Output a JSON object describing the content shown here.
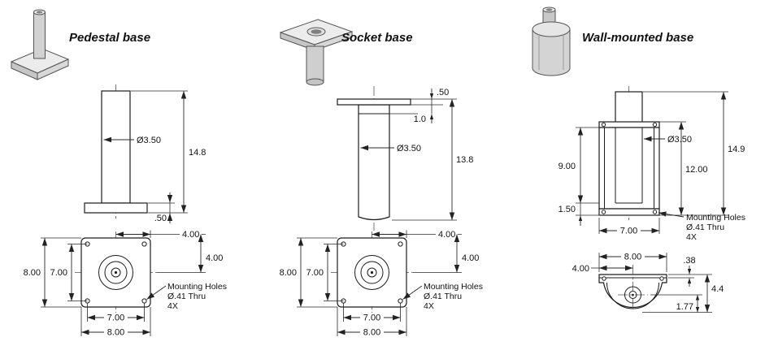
{
  "pedestal": {
    "title": "Pedestal base",
    "front": {
      "diameter": "Ø3.50",
      "height": "14.8",
      "flange_thickness": ".50"
    },
    "plate": {
      "outer_height": "8.00",
      "hole_spacing_vertical": "7.00",
      "center_to_edge_horizontal": "4.00",
      "center_to_edge_vertical": "4.00",
      "hole_spacing_horizontal": "7.00",
      "outer_width": "8.00",
      "note_line1": "Mounting Holes",
      "note_line2": "Ø.41 Thru",
      "note_line3": "4X"
    }
  },
  "socket": {
    "title": "Socket base",
    "front": {
      "plate_thickness": ".50",
      "collar_height": "1.0",
      "diameter": "Ø3.50",
      "height": "13.8"
    },
    "plate": {
      "outer_height": "8.00",
      "hole_spacing_vertical": "7.00",
      "center_to_edge_horizontal": "4.00",
      "center_to_edge_vertical": "4.00",
      "hole_spacing_horizontal": "7.00",
      "outer_width": "8.00",
      "note_line1": "Mounting Holes",
      "note_line2": "Ø.41 Thru",
      "note_line3": "4X"
    }
  },
  "wall": {
    "title": "Wall-mounted base",
    "front": {
      "body_span": "9.00",
      "base_thickness": "1.50",
      "diameter": "Ø3.50",
      "overall_height": "14.9",
      "body_height": "12.00",
      "width": "7.00",
      "note_line1": "Mounting Holes",
      "note_line2": "Ø.41 Thru",
      "note_line3": "4X"
    },
    "top": {
      "width": "8.00",
      "half_width": "4.00",
      "flange_thickness": ".38",
      "depth": "4.4",
      "hole_offset": "1.77"
    }
  }
}
